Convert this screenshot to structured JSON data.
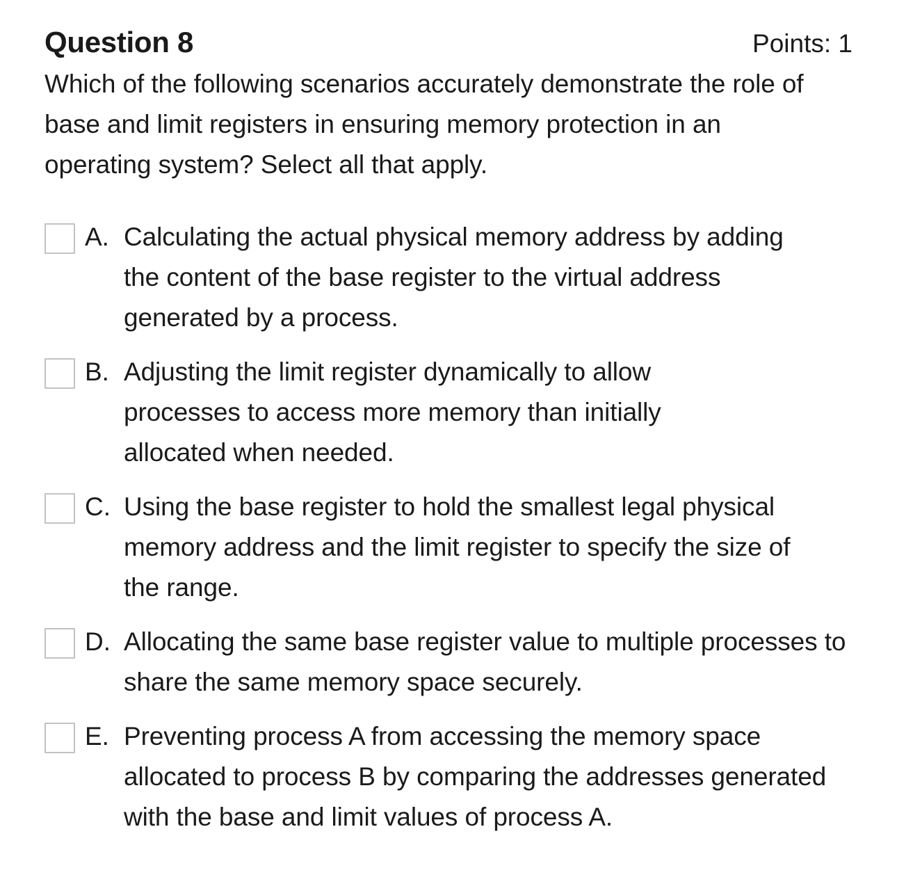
{
  "question": {
    "title": "Question 8",
    "points_label": "Points: 1",
    "stem": "Which of the following scenarios accurately demonstrate the role of base and limit registers in ensuring memory protection in an operating system? Select all that apply.",
    "selection_mode": "multiple",
    "options": [
      {
        "letter": "A.",
        "text": "Calculating the actual physical memory address by adding the content of the base register to the virtual address generated by a process.",
        "checked": false
      },
      {
        "letter": "B.",
        "text": "Adjusting the limit register dynamically to allow processes to access more memory than initially allocated when needed.",
        "checked": false
      },
      {
        "letter": "C.",
        "text": "Using the base register to hold the smallest legal physical memory address and the limit register to specify the size of the range.",
        "checked": false
      },
      {
        "letter": "D.",
        "text": "Allocating the same base register value to multiple processes to share the same memory space securely.",
        "checked": false
      },
      {
        "letter": "E.",
        "text": "Preventing process A from accessing the memory space allocated to process B by comparing the addresses generated with the base and limit values of process A.",
        "checked": false
      }
    ]
  },
  "colors": {
    "background": "#ffffff",
    "text": "#1a1a1a",
    "checkbox_border": "#c2c2c2"
  }
}
